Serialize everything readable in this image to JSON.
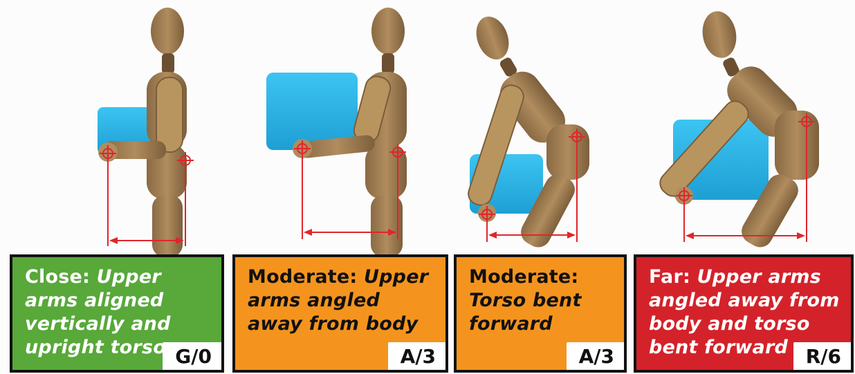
{
  "panels": [
    {
      "lead": "Close:",
      "desc": "Upper arms aligned vertically and upright torso",
      "code": "G/0",
      "color": "#58a83a"
    },
    {
      "lead": "Moderate:",
      "desc": "Upper arms angled away from body",
      "code": "A/3",
      "color": "#f4941e"
    },
    {
      "lead": "Moderate:",
      "desc": "Torso bent forward",
      "code": "A/3",
      "color": "#f4941e"
    },
    {
      "lead": "Far:",
      "desc": "Upper arms angled away from body and torso bent forward",
      "code": "R/6",
      "color": "#d4222a"
    }
  ],
  "colors": {
    "box": "#2bb3e6",
    "measure": "#e0252b",
    "wood": "#a88459"
  }
}
